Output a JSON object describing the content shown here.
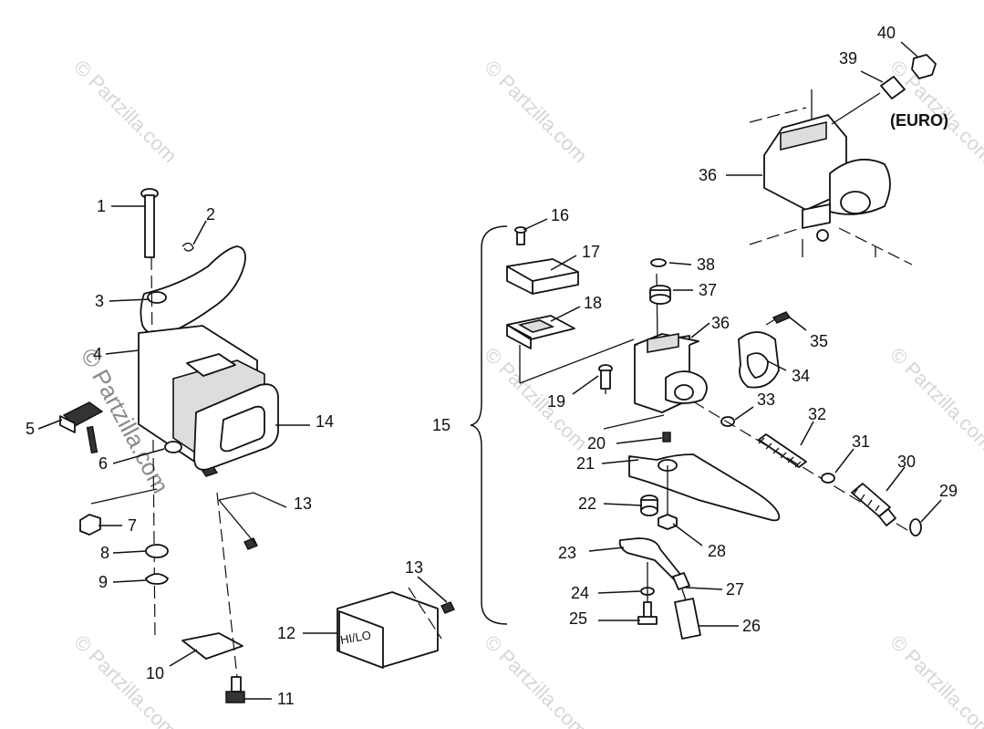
{
  "callouts": {
    "c1": "1",
    "c2": "2",
    "c3": "3",
    "c4": "4",
    "c5": "5",
    "c6": "6",
    "c7": "7",
    "c8": "8",
    "c9": "9",
    "c10": "10",
    "c11": "11",
    "c12": "12",
    "c13a": "13",
    "c13b": "13",
    "c14": "14",
    "c15": "15",
    "c16": "16",
    "c17": "17",
    "c18": "18",
    "c19": "19",
    "c20": "20",
    "c21": "21",
    "c22": "22",
    "c23": "23",
    "c24": "24",
    "c25": "25",
    "c26": "26",
    "c27": "27",
    "c28": "28",
    "c29": "29",
    "c30": "30",
    "c31": "31",
    "c32": "32",
    "c33": "33",
    "c34": "34",
    "c35": "35",
    "c36a": "36",
    "c36b": "36",
    "c37": "37",
    "c38": "38",
    "c39": "39",
    "c40": "40"
  },
  "euro_label": "(EURO)",
  "switch_label": "HI/LO",
  "watermark": "© Partzilla.com"
}
